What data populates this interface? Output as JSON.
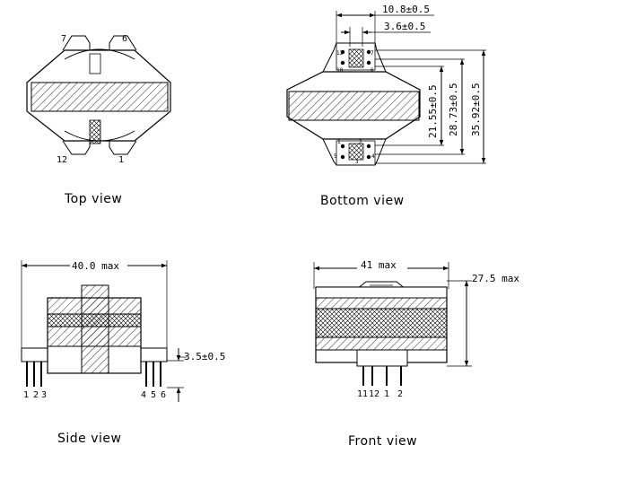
{
  "views": {
    "top": {
      "caption": "Top view",
      "pins": {
        "p7": "7",
        "p6": "6",
        "p12": "12",
        "p1": "1"
      }
    },
    "bottom": {
      "caption": "Bottom view",
      "dims": {
        "width_outer": "10.8±0.5",
        "width_inner": "3.6±0.5",
        "h1": "21.55±0.5",
        "h2": "28.73±0.5",
        "h3": "35.92±0.5"
      },
      "pad_labels": {
        "a": "12",
        "b": "7",
        "c": "10",
        "d": "6",
        "e": "1",
        "f": "2",
        "g": "5",
        "h": "4",
        "i": "3"
      }
    },
    "side": {
      "caption": "Side view",
      "dims": {
        "width": "40.0 max",
        "pin_len": "3.5±0.5"
      },
      "pins": {
        "p1": "1",
        "p2": "2",
        "p3": "3",
        "p4": "4",
        "p5": "5",
        "p6": "6"
      }
    },
    "front": {
      "caption": "Front view",
      "dims": {
        "width": "41 max",
        "height": "27.5 max"
      },
      "pins": {
        "p11": "11",
        "p12": "12",
        "p1": "1",
        "p2": "2"
      }
    }
  }
}
